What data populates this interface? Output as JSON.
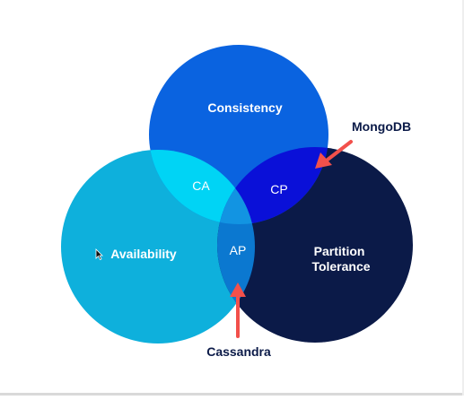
{
  "diagram": {
    "sets": {
      "consistency": {
        "label": "Consistency",
        "color": "#0a63e0"
      },
      "availability": {
        "label": "Availability",
        "color": "#0eb0dc"
      },
      "partition_tolerance": {
        "label": "Partition\nTolerance",
        "line1": "Partition",
        "line2": "Tolerance",
        "color": "#0b1a48"
      }
    },
    "intersections": {
      "ca": {
        "label": "CA",
        "color": "#00d4f5"
      },
      "cp": {
        "label": "CP",
        "color": "#0a10d8"
      },
      "ap": {
        "label": "AP",
        "color": "#0b78d0"
      },
      "center": {
        "color": "#1294e2"
      }
    },
    "callouts": {
      "mongodb": {
        "label": "MongoDB"
      },
      "cassandra": {
        "label": "Cassandra"
      }
    },
    "arrow_color": "#f2504b",
    "text_color_dark": "#0b1a48"
  }
}
